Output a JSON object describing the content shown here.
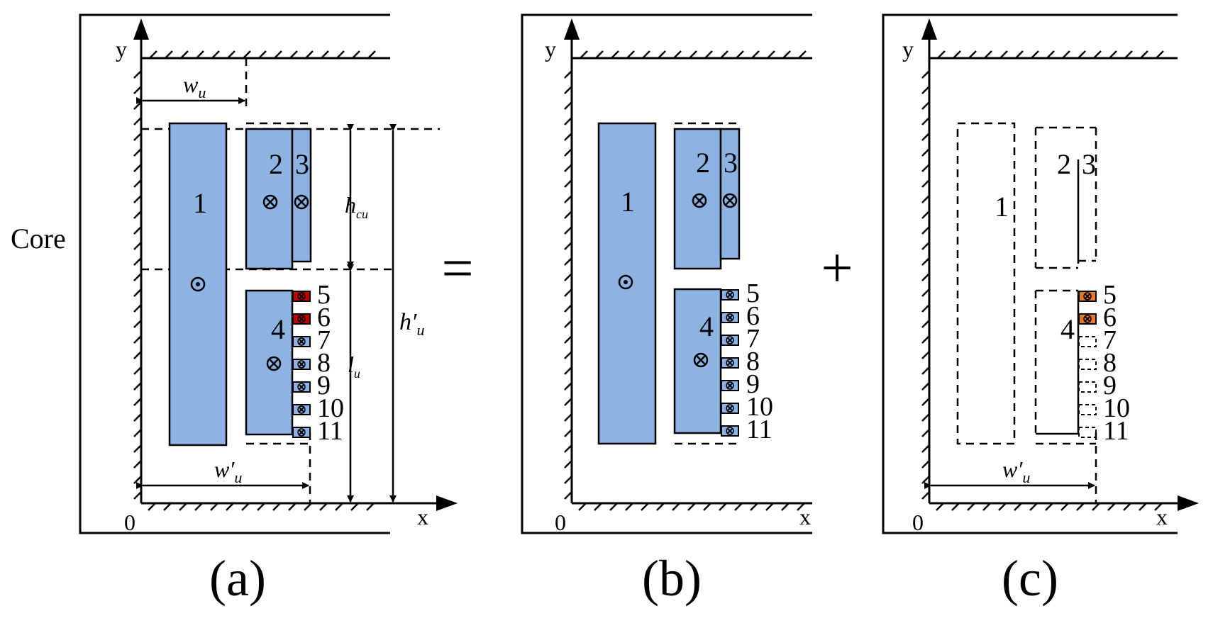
{
  "labels": {
    "core": "Core",
    "axis_y": "y",
    "axis_x": "x",
    "origin": "0",
    "equals": "=",
    "plus": "+"
  },
  "dimensions": {
    "w_u": "w",
    "w_u_sub": "u",
    "w_u_prime": "w′",
    "h_u_prime": "h′",
    "prime_sub": "u",
    "h_cu": "h",
    "h_cu_sub": "cu",
    "l_u": "l",
    "l_u_sub": "u"
  },
  "coil_numbers": [
    "1",
    "2",
    "3",
    "4",
    "5",
    "6",
    "7",
    "8",
    "9",
    "10",
    "11"
  ],
  "panels": [
    {
      "caption": "(a)"
    },
    {
      "caption": "(b)"
    },
    {
      "caption": "(c)"
    }
  ],
  "colors": {
    "winding_fill": "#8db3e2",
    "excited_turn_a": "#c00000",
    "excited_turn_c": "#e07b2a"
  }
}
